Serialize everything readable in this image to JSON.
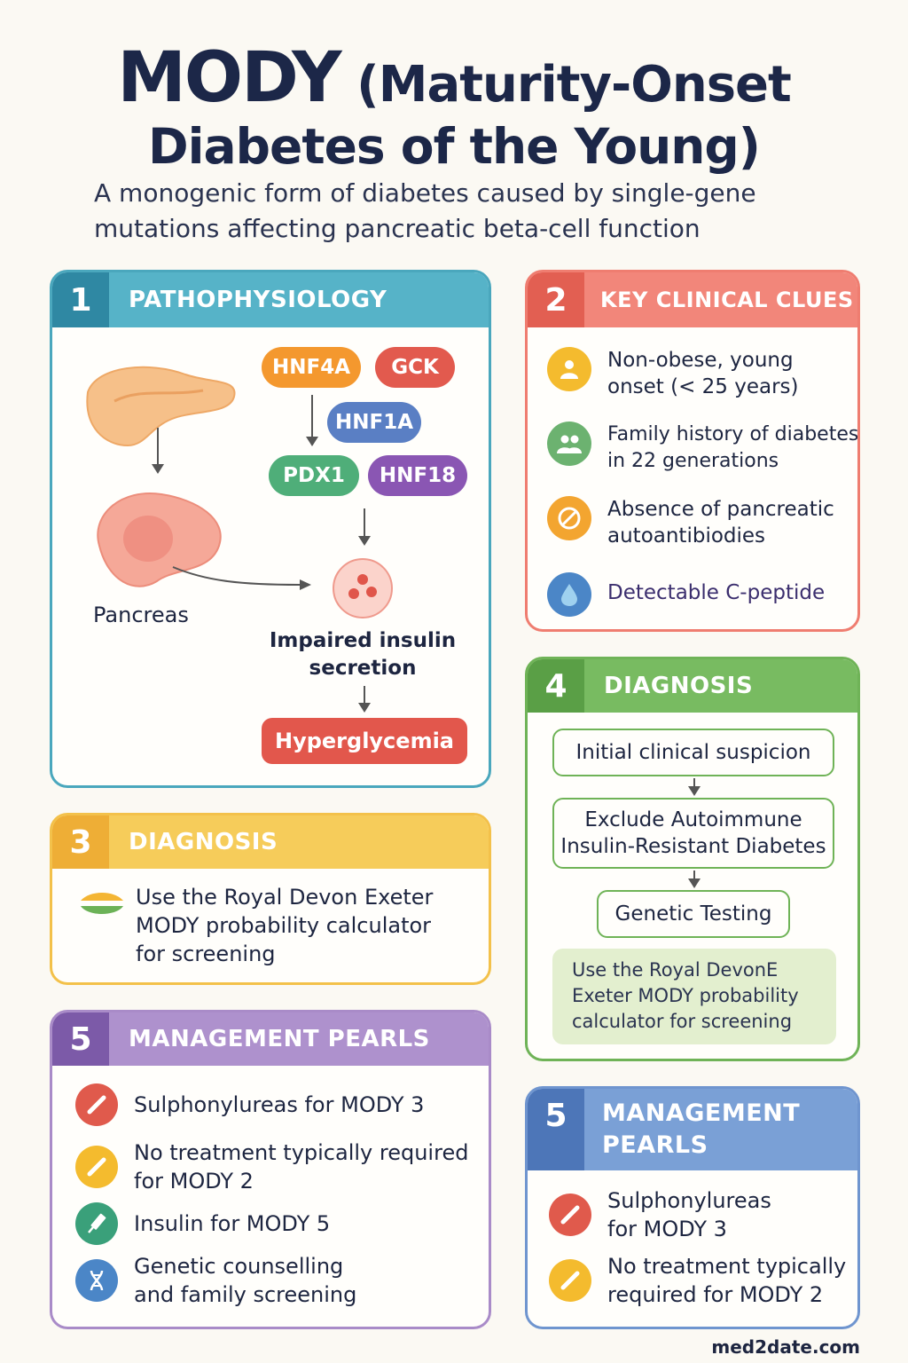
{
  "header": {
    "title_acronym": "MODY",
    "title_rest_line1": "(Maturity-Onset",
    "title_line2": "Diabetes of the Young)",
    "subtitle": "A monogenic form of diabetes caused by single-gene mutations affecting pancreatic beta-cell function"
  },
  "pathophysiology": {
    "number": "1",
    "title": "PATHOPHYSIOLOGY",
    "genes": [
      {
        "label": "HNF4A",
        "color": "#f4982e"
      },
      {
        "label": "GCK",
        "color": "#e25a4e"
      },
      {
        "label": "HNF1A",
        "color": "#5a7fc4"
      },
      {
        "label": "PDX1",
        "color": "#4fae79"
      },
      {
        "label": "HNF18",
        "color": "#8a56b3"
      }
    ],
    "pancreas_label": "Pancreas",
    "outcome_label": "Impaired insulin secretion",
    "result_label": "Hyperglycemia",
    "result_color": "#e2574c"
  },
  "clinical_clues": {
    "number": "2",
    "title": "KEY CLINICAL CLUES",
    "items": [
      {
        "text": "Non-obese, young onset (< 25 years)",
        "icon": "person-icon",
        "color": "#f4bb2e"
      },
      {
        "text": "Family history of diabetes in 22 generations",
        "icon": "family-icon",
        "color": "#6cb270"
      },
      {
        "text": "Absence of pancreatic autoantibiodies",
        "icon": "prohibited-icon",
        "color": "#f3a530"
      },
      {
        "text": "Detectable C-peptide",
        "icon": "drop-icon",
        "color": "#4b86c7"
      }
    ]
  },
  "diagnosis_left": {
    "number": "3",
    "title": "DIAGNOSIS",
    "text": "Use the Royal Devon Exeter MODY probability calculator for screening"
  },
  "diagnosis_right": {
    "number": "4",
    "title": "DIAGNOSIS",
    "steps": [
      "Initial clinical suspicion",
      "Exclude Autoimmune Insulin-Resistant Diabetes",
      "Genetic Testing"
    ],
    "note": "Use the Royal DevonE Exeter MODY probability calculator for screening"
  },
  "management_left": {
    "number": "5",
    "title": "MANAGEMENT PEARLS",
    "items": [
      {
        "text": "Sulphonylureas for MODY 3",
        "icon": "pill-icon",
        "color": "#e05a4c"
      },
      {
        "text": "No treatment typically required for MODY 2",
        "icon": "pill-icon",
        "color": "#f4bb2e"
      },
      {
        "text": "Insulin for MODY 5",
        "icon": "syringe-icon",
        "color": "#3aa07a"
      },
      {
        "text": "Genetic counselling and family screening",
        "icon": "dna-icon",
        "color": "#4b86c7"
      }
    ]
  },
  "management_right": {
    "number": "5",
    "title_line1": "MANAGEMENT",
    "title_line2": "PEARLS",
    "items": [
      {
        "text": "Sulphonylureas for MODY 3",
        "icon": "pill-icon",
        "color": "#e05a4c"
      },
      {
        "text": "No treatment typically required for MODY 2",
        "icon": "pill-icon",
        "color": "#f4bb2e"
      }
    ]
  },
  "footer": {
    "credit": "med2date.com"
  }
}
